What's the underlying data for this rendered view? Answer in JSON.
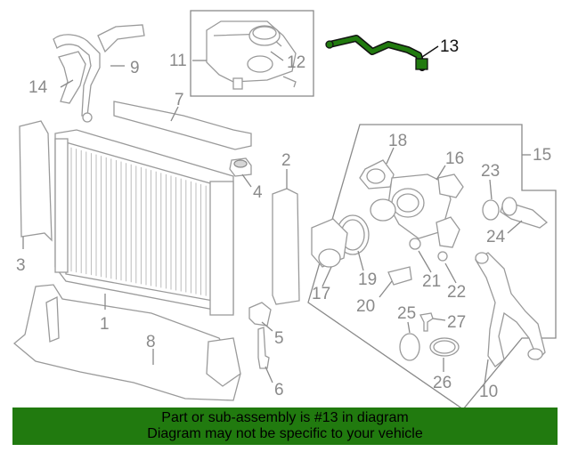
{
  "callouts": {
    "c1": "1",
    "c2": "2",
    "c3": "3",
    "c4": "4",
    "c5": "5",
    "c6": "6",
    "c7": "7",
    "c8": "8",
    "c9": "9",
    "c10": "10",
    "c11": "11",
    "c12": "12",
    "c13": "13",
    "c14": "14",
    "c15": "15",
    "c16": "16",
    "c17": "17",
    "c18": "18",
    "c19": "19",
    "c20": "20",
    "c21": "21",
    "c22": "22",
    "c23": "23",
    "c24": "24",
    "c25": "25",
    "c26": "26",
    "c27": "27"
  },
  "highlighted_part": "13",
  "colors": {
    "highlight": "#217a0f",
    "banner_bg": "#217a0f",
    "line_gray": "#8a8a8a"
  },
  "banner": {
    "line1": "Part or sub-assembly is #13 in diagram",
    "line2": "Diagram may not be specific to your vehicle"
  }
}
